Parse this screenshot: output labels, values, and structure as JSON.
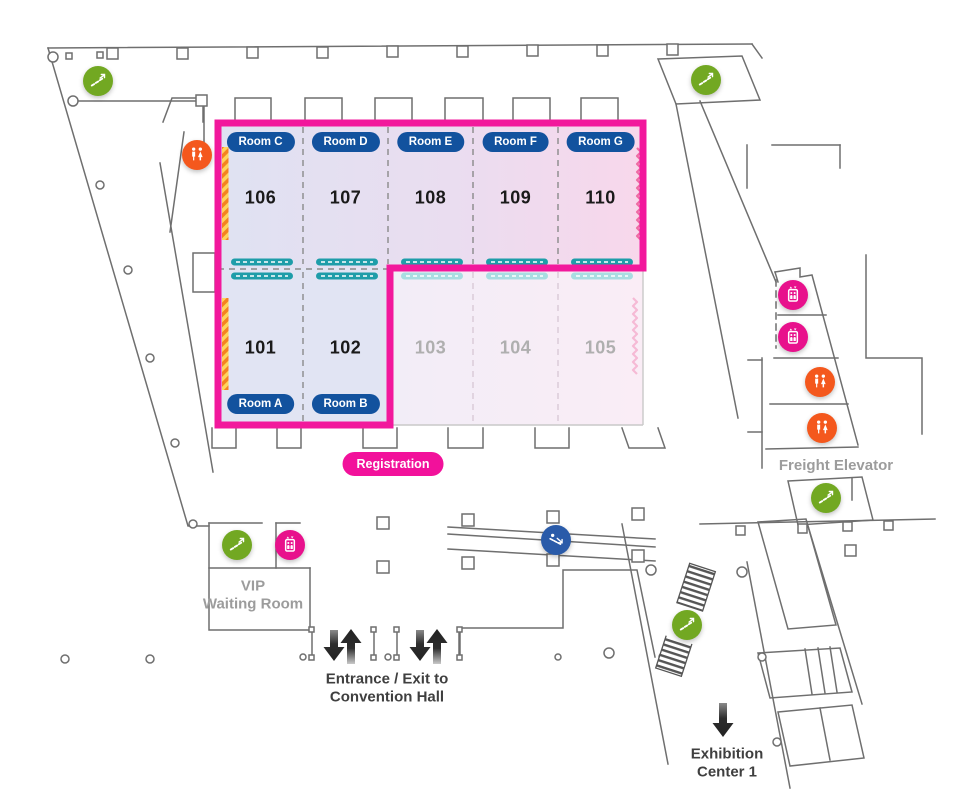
{
  "floorplan": {
    "rooms": {
      "top": [
        {
          "pill": "Room C",
          "number": "106"
        },
        {
          "pill": "Room D",
          "number": "107"
        },
        {
          "pill": "Room E",
          "number": "108"
        },
        {
          "pill": "Room F",
          "number": "109"
        },
        {
          "pill": "Room G",
          "number": "110"
        }
      ],
      "bottom": [
        {
          "pill": "Room A",
          "number": "101"
        },
        {
          "pill": "Room B",
          "number": "102"
        },
        {
          "number": "103"
        },
        {
          "number": "104"
        },
        {
          "number": "105"
        }
      ]
    },
    "labels": {
      "registration": "Registration",
      "vip_line1": "VIP",
      "vip_line2": "Waiting Room",
      "freight_elevator": "Freight Elevator",
      "entrance_line1": "Entrance / Exit to",
      "entrance_line2": "Convention Hall",
      "exhibition_line1": "Exhibition",
      "exhibition_line2": "Center 1"
    },
    "icons": {
      "escalator": "escalator-icon",
      "escalator_down": "escalator-down-icon",
      "elevator": "elevator-icon",
      "restroom": "restroom-icon"
    },
    "colors": {
      "highlight_border": "#F2189C",
      "registration_badge": "#F2119B",
      "room_pill": "#12529E",
      "door_marker": "#1E9DA9",
      "door_marker_faded": "#A9DDE2",
      "room_bg_start": "#DFE2F2",
      "room_bg_end": "#F8D7EB",
      "escalator_icon": "#72A822",
      "elevator_icon": "#E8118C",
      "restroom_icon": "#F4581D",
      "escalator_down_icon": "#2A5BA9"
    }
  }
}
